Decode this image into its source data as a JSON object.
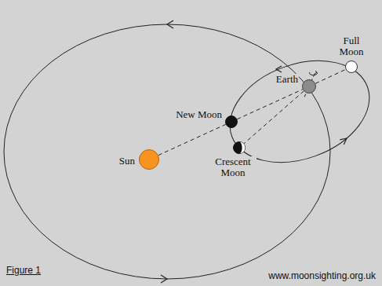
{
  "diagram": {
    "nodes": [
      {
        "text": [
          "Full Moon"
        ]
      },
      {
        "text": [
          "Earth"
        ]
      },
      {
        "text": [
          "New Moon"
        ]
      },
      {
        "text": [
          "Crescent Moon"
        ]
      },
      {
        "text": [
          "Sun"
        ]
      }
    ],
    "edges": [
      {
        "from": 4,
        "to": 2,
        "arrow": "none"
      },
      {
        "from": 2,
        "to": 1,
        "arrow": "none"
      },
      {
        "from": 1,
        "to": 0,
        "arrow": "none"
      },
      {
        "from": 1,
        "to": 3,
        "arrow": "none"
      }
    ],
    "labels": [
      "Figure 1",
      "www.moonsighting.org.uk"
    ]
  }
}
